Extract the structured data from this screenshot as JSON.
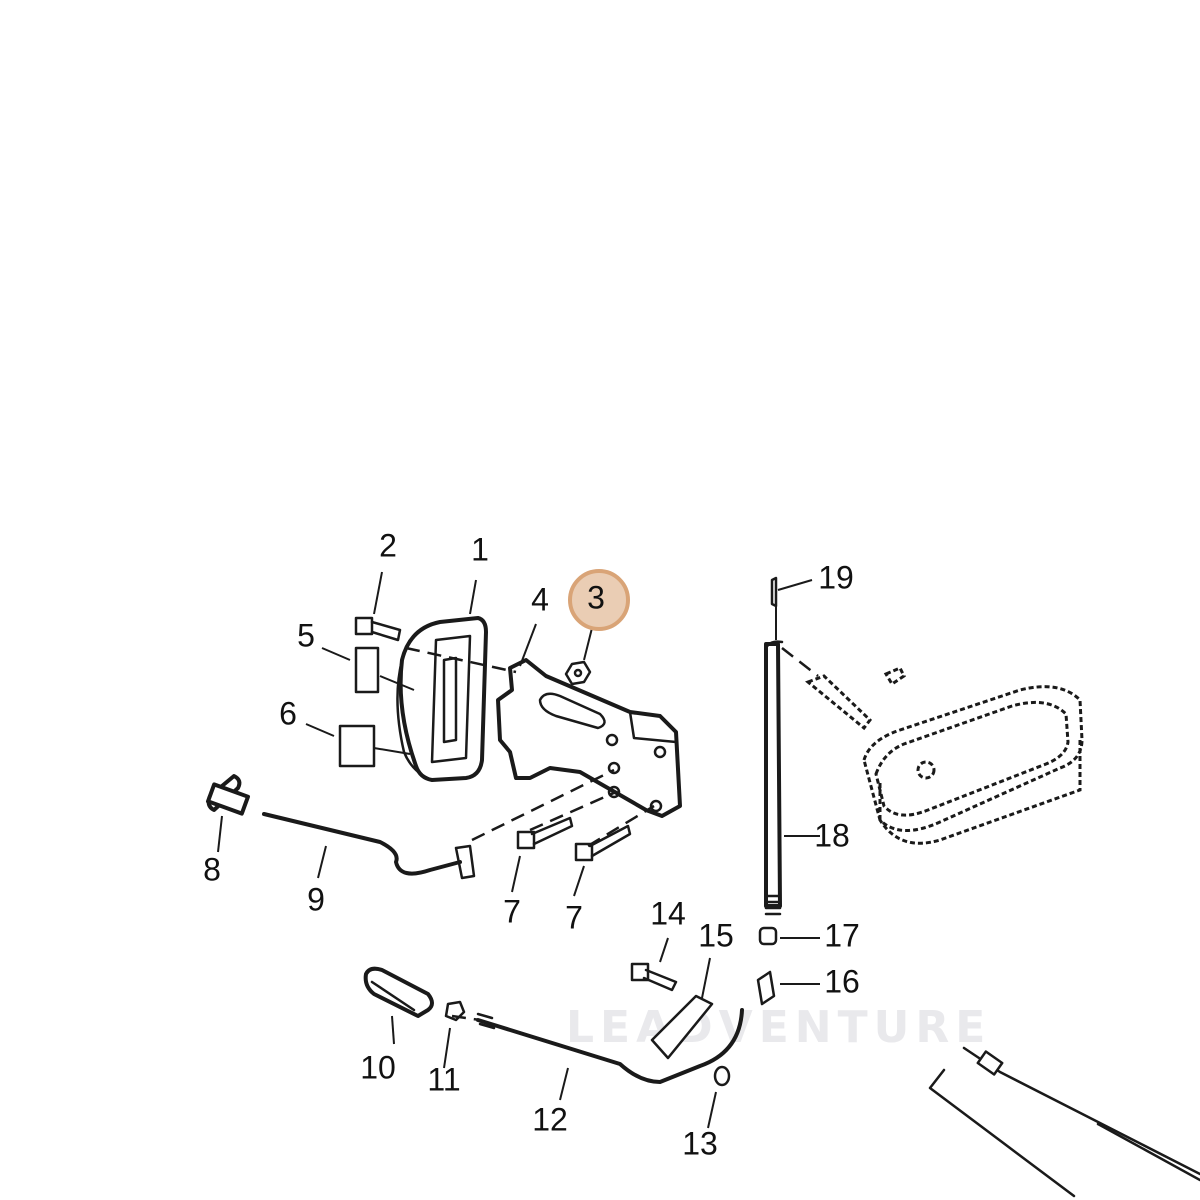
{
  "watermark": "LEADVENTURE",
  "highlight_color": "#d9a477",
  "highlighted_part": "3",
  "callouts": [
    "1",
    "2",
    "3",
    "4",
    "5",
    "6",
    "7",
    "7",
    "8",
    "9",
    "10",
    "11",
    "12",
    "13",
    "14",
    "15",
    "16",
    "17",
    "18",
    "19"
  ]
}
